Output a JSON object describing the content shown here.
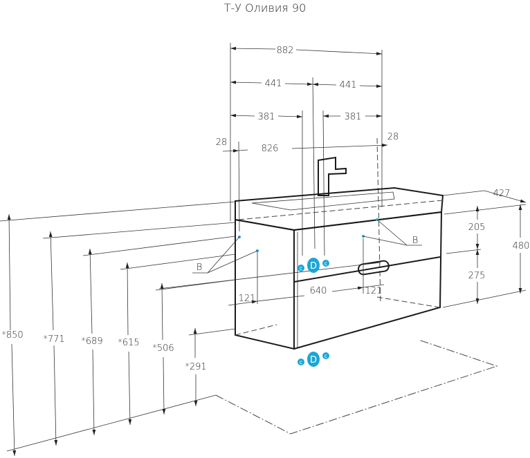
{
  "title": "Т-У Оливия 90",
  "dimensions": {
    "overall_width": "882",
    "half_left": "441",
    "half_right": "441",
    "offset_left": "381",
    "offset_right": "381",
    "inner_width": "826",
    "edge_left": "28",
    "edge_right": "28",
    "depth": "427",
    "height": "480",
    "drawer_top": "205",
    "drawer_bottom": "275",
    "mount_span": "640",
    "mount_left": "121",
    "mount_right": "121",
    "h850": "*850",
    "h771": "*771",
    "h689": "*689",
    "h615": "*615",
    "h506": "*506",
    "h291": "*291"
  },
  "labels": {
    "b_left": "B",
    "b_right": "B",
    "c": "c",
    "d": "D"
  },
  "colors": {
    "accent": "#1aa6d6"
  }
}
